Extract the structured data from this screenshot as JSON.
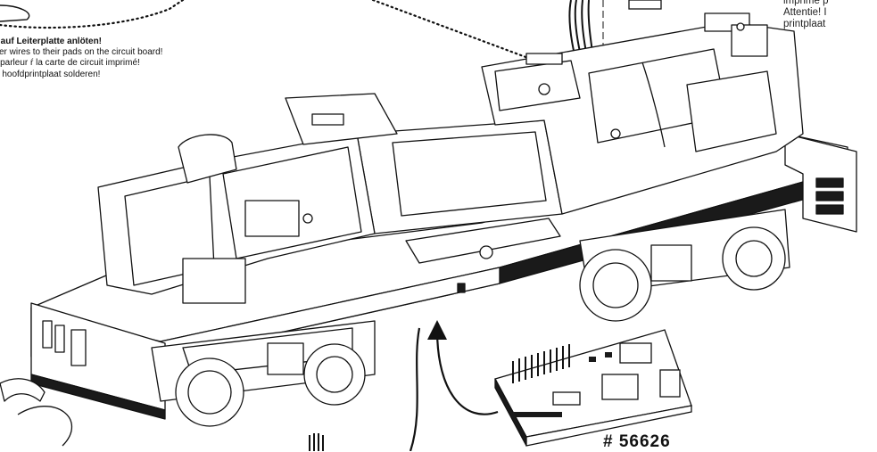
{
  "notes": {
    "left_lines": [
      "r auf  Leiterplatte anlöten!",
      "ker wires to their pads on the circuit board!",
      "t-parleur ŕ la carte de circuit imprimé!",
      "e hoofdprintplaat solderen!"
    ],
    "right_lines": [
      "imprimé p",
      "Attentie! I",
      "printplaat"
    ]
  },
  "part_label": "# 56626",
  "icons": {
    "chassis": "locomotive-chassis-drawing",
    "decoder": "decoder-board-drawing",
    "arrow": "insert-arrow"
  },
  "colors": {
    "ink": "#111111",
    "frame": "#1a1a1a",
    "background": "#ffffff"
  }
}
